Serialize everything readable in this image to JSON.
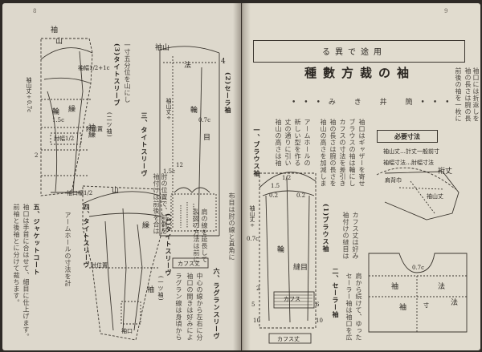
{
  "left_page": {
    "page_number": "8",
    "sections": [
      {
        "id": "s3",
        "number": "(3)",
        "heading": "タイトスリーブ",
        "sub": "(二ツ袖)"
      },
      {
        "id": "s3b",
        "number": "三、",
        "heading": "タイトスリーヴ"
      },
      {
        "id": "s4",
        "number": "四、",
        "heading": "タイトスリーヴ"
      },
      {
        "id": "s4b",
        "number": "(4)",
        "heading": "タイトスリーヴ",
        "sub": "(一ツ袖)"
      },
      {
        "id": "s5",
        "number": "五、",
        "heading": "ジャケットコート"
      },
      {
        "id": "s2",
        "number": "(2)",
        "heading": "セーラ袖"
      },
      {
        "id": "s6",
        "number": "六、",
        "heading": "ラグランスリーヴ"
      }
    ],
    "diagram_labels": {
      "tl_sode": "袖",
      "tl_yama": "山",
      "tl_width": "袖幅1/2+1c",
      "tl_sode_yama_take": "袖山丈÷0.7c",
      "tl_kui": "繰",
      "tl_wa": "輪",
      "tl_sode_kui": "袖繰",
      "tl_elbow": "肘位置",
      "tl_elbow_width": "肘幅1/2",
      "tl_val_15c": "1.5c",
      "tl_val_2": "2",
      "tl_hem": "袖口幅1/2",
      "tr_sode_yama": "袖山",
      "tr_hou": "法",
      "tr_4": "4",
      "tr_sode_yama_2": "袖山丈÷",
      "tr_07": "0.7c",
      "tr_wa": "輪",
      "tr_me": "目",
      "tr_15": "1.5c",
      "tr_12": "12",
      "tr_cuff": "カフス丈",
      "bl_yama": "山",
      "bl_kui": "繰",
      "bl_sode": "袖",
      "bl_hem": "袖口",
      "bl_elbow": "肘位置"
    },
    "body_text_cols": [
      "一寸五分位を山にして、袖山丈を決め、袖幅を取ります。",
      "袖付けは前後を合はせて、前の方を少し控へます。",
      "肘の位置で、前側を少し削ります。",
      "アームホールの寸法を計って、袖山の高さを加減します。",
      "袖口は手首に合はせて、細目に仕上げます。",
      "前袖と後袖とに分けて裁ちます。",
      "製図の方法は前に述べた通りですが、",
      "肩の線を延長して袖山を作り、",
      "ラグラン線は身頃から続けて引きます。",
      "袖口の開きは好みによって決めます。",
      "中心の線から左右に分けて描きます。",
      "布目は肘の線と直角にします。"
    ]
  },
  "right_page": {
    "page_number": "9",
    "subtitle": "る異で途用",
    "title": "種數方裁の袖",
    "author": "•••み き 井 簡•••",
    "required_dims_heading": "必要寸法",
    "required_dims": [
      "袖山丈…計丈一般前寸",
      "袖幅寸法…肘幅寸法"
    ],
    "sections": [
      {
        "id": "r1",
        "number": "一、",
        "heading": "ブラウス袖"
      },
      {
        "id": "r1b",
        "number": "(1)",
        "heading": "ブラウス袖"
      },
      {
        "id": "r2",
        "number": "二、",
        "heading": "セーラー袖"
      }
    ],
    "diagram_labels": {
      "ml_12": "1/2",
      "ml_02a": "0.2",
      "ml_02b": "0.2",
      "ml_15": "1.5",
      "ml_sode_yama": "袖山丈÷",
      "ml_07": "0.7c",
      "ml_wa": "輪",
      "ml_me": "縫目",
      "ml_2": "2",
      "ml_5": "5",
      "ml_6": "6",
      "ml_10a": "10",
      "ml_10b": "10",
      "ml_cuffs": "カフス",
      "ml_cuffs_take": "カフス丈",
      "dr_keta": "裄丈",
      "dr_kata": "肩背巾",
      "dr_sode_yama": "袖山丈",
      "dr_sode": "袖",
      "dr_hou": "法",
      "dr_07": "0.7c",
      "dr_sun": "寸",
      "dr_sode_2": "袖",
      "dr_hou_2": "法"
    },
    "body_text_cols": [
      "袖山の高さは袖山丈の寸法で、",
      "丈の通りに引いて袖幅を決めます。",
      "新しい型を作るとき、袖の形は",
      "アームホールの寸法にそって",
      "袖山の高さを加減します。",
      "袖の長さは腕の長さを測り、",
      "カフスの寸法を差引きます。",
      "ブラウスの袖は輪にして裁ちます。",
      "袖口はギャザーを寄せます。",
      "袖付けの縫目は後側にします。",
      "カフス丈は好みで決めます。",
      "セーラー袖は袖口を広くします。",
      "肩から続けて、ゆったりと作ります。",
      "前後の袖を一枚に裁ちます。",
      "袖の長さは腕の長さに合はせます。",
      "袖口には折返しをつけます。"
    ]
  },
  "colors": {
    "paper": "#ddd8cc",
    "ink": "#2b2722",
    "background": "#2e2a26"
  }
}
